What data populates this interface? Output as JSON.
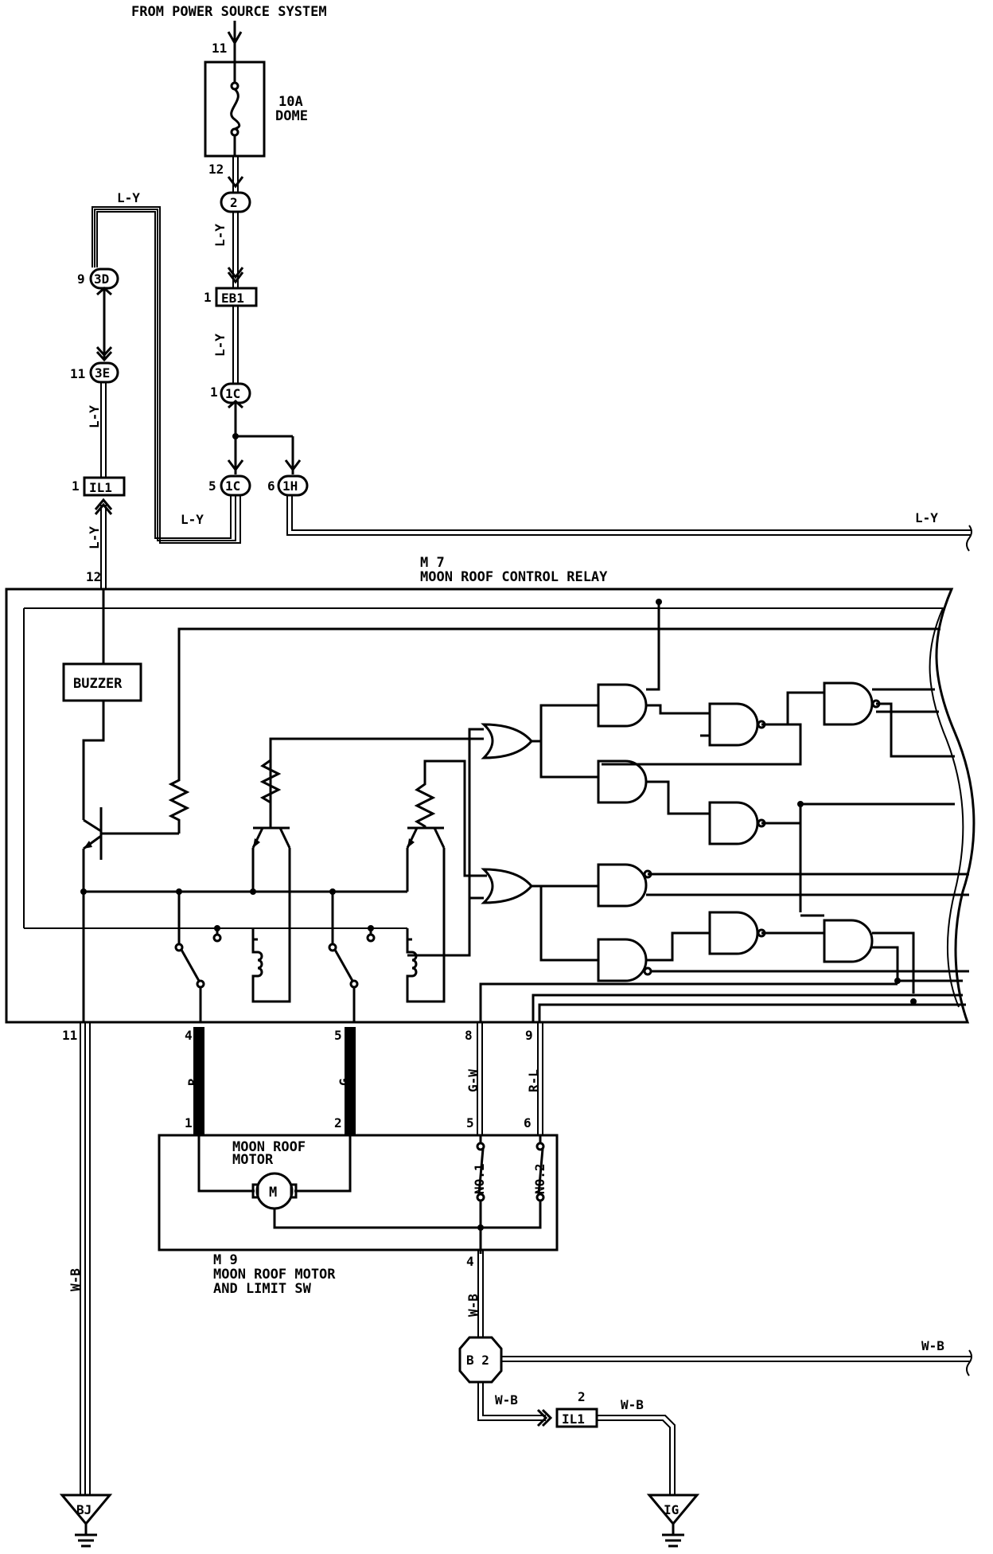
{
  "source_label": "FROM POWER SOURCE SYSTEM",
  "fuse": {
    "in_pin": "11",
    "out_pin": "12",
    "rating": "10A",
    "name": "DOME"
  },
  "connectors": {
    "c2": "2",
    "eb1_pin": "1",
    "eb1": "EB1",
    "c1c_top_pin": "1",
    "c1c_top": "1C",
    "c1c_low_pin": "5",
    "c1c_low": "1C",
    "c1h_pin": "6",
    "c1h": "1H",
    "c3d_pin": "9",
    "c3d": "3D",
    "c3e_pin": "11",
    "c3e": "3E",
    "il1_pin": "1",
    "il1": "IL1",
    "il1_gnd_pin": "2",
    "il1_gnd": "IL1"
  },
  "wires": {
    "ly_top_loop": "L-Y",
    "ly_fuse_out": "L-Y",
    "ly_eb1": "L-Y",
    "ly_3e": "L-Y",
    "ly_loop_bottom": "L-Y",
    "ly_right": "L-Y",
    "ly_relay_in": "L-Y",
    "r": "R",
    "g": "G",
    "gw": "G-W",
    "rl": "R-L",
    "wb_left": "W-B",
    "wb_motor": "W-B",
    "wb_right": "W-B",
    "wb_gnd1": "W-B",
    "wb_gnd2": "W-B"
  },
  "relay": {
    "code": "M 7",
    "name": "MOON ROOF CONTROL RELAY",
    "buzzer": "BUZZER",
    "pins": {
      "p12": "12",
      "p11": "11",
      "p4": "4",
      "p5": "5",
      "p8": "8",
      "p9": "9"
    }
  },
  "motor_assy": {
    "code": "M 9",
    "name_line1": "MOON ROOF MOTOR",
    "name_line2": "AND LIMIT SW",
    "motor_label_1": "MOON ROOF",
    "motor_label_2": "MOTOR",
    "motor_symbol": "M",
    "sw1": "NO.1",
    "sw2": "NO.2",
    "pins": {
      "p1": "1",
      "p2": "2",
      "p5": "5",
      "p6": "6",
      "p4": "4"
    }
  },
  "ground": {
    "junction": "B 2",
    "gnd_left": "BJ",
    "gnd_right": "IG"
  }
}
